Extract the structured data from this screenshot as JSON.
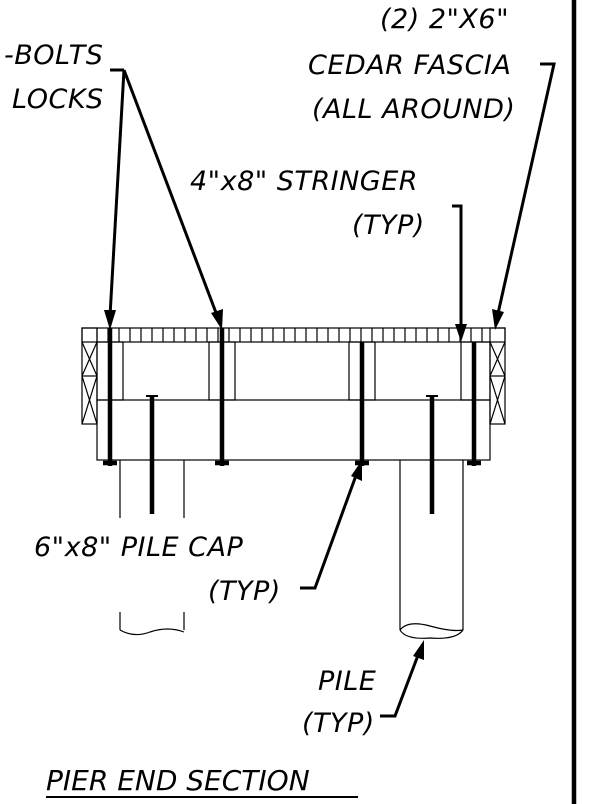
{
  "labels": {
    "bolts_line1": "-BOLTS",
    "bolts_line2": "LOCKS",
    "fascia_line1": "(2) 2\"X6\"",
    "fascia_line2": "CEDAR FASCIA",
    "fascia_line3": "(ALL AROUND)",
    "stringer_line1": "4\"x8\" STRINGER",
    "stringer_line2": "(TYP)",
    "pile_cap_line1": "6\"x8\" PILE CAP",
    "pile_cap_line2": "(TYP)",
    "pile_line1": "PILE",
    "pile_line2": "(TYP)"
  },
  "title": "PIER END SECTION",
  "colors": {
    "ink": "#000000",
    "background": "#ffffff"
  }
}
